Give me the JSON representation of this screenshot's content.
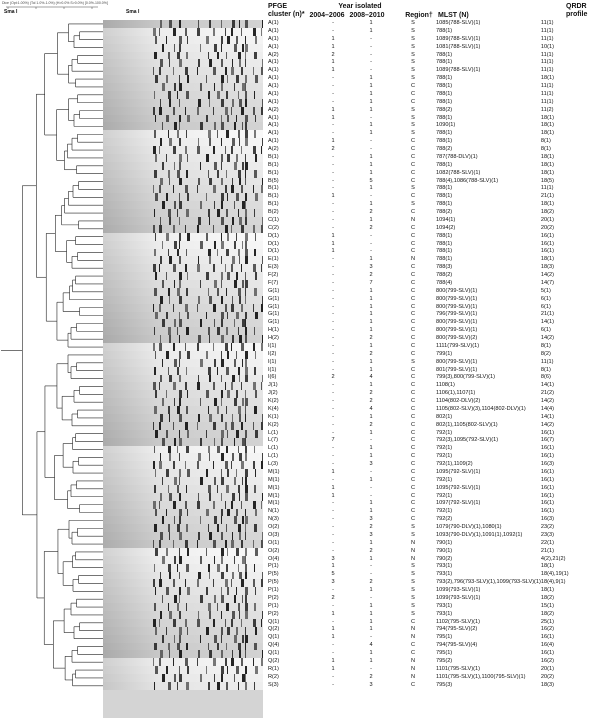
{
  "scale_note": "Dice (Opt:1.00%) (Tol 1.0%-1.0%) (H>0.0% S>0.0%) [0.0%-100.0%]",
  "enzyme_top": "Sma I",
  "enzyme_gel": "Sma I",
  "scale_ticks": [
    "70",
    "80",
    "90",
    "100"
  ],
  "headers": {
    "pfge": "PFGE\ncluster (n)*",
    "year_isolated": "Year isolated",
    "year1": "2004–2006",
    "year2": "2008–2010",
    "region": "Region†",
    "mlst": "MLST (N)",
    "qrdr": "QRDR\nprofile"
  },
  "rows": [
    [
      "A(1)",
      "-",
      "1",
      "S",
      "1085(788-SLV)(1)",
      "11(1)"
    ],
    [
      "A(1)",
      "-",
      "1",
      "S",
      "788(1)",
      "11(1)"
    ],
    [
      "A(1)",
      "1",
      "-",
      "S",
      "1089(788-SLV)(1)",
      "11(1)"
    ],
    [
      "A(1)",
      "1",
      "-",
      "S",
      "1081(788-SLV)(1)",
      "10(1)"
    ],
    [
      "A(2)",
      "2",
      "-",
      "S",
      "788(1)",
      "11(1)"
    ],
    [
      "A(1)",
      "1",
      "-",
      "S",
      "788(1)",
      "11(1)"
    ],
    [
      "A(1)",
      "1",
      "-",
      "S",
      "1089(788-SLV)(1)",
      "11(1)"
    ],
    [
      "A(1)",
      "-",
      "1",
      "S",
      "788(1)",
      "18(1)"
    ],
    [
      "A(1)",
      "-",
      "1",
      "C",
      "788(1)",
      "11(1)"
    ],
    [
      "A(1)",
      "-",
      "1",
      "C",
      "788(1)",
      "11(1)"
    ],
    [
      "A(1)",
      "-",
      "1",
      "C",
      "788(1)",
      "11(1)"
    ],
    [
      "A(2)",
      "1",
      "1",
      "S",
      "788(2)",
      "11(2)"
    ],
    [
      "A(1)",
      "1",
      "-",
      "S",
      "788(1)",
      "18(1)"
    ],
    [
      "A(1)",
      "-",
      "1",
      "S",
      "1090(1)",
      "18(1)"
    ],
    [
      "A(1)",
      "-",
      "1",
      "S",
      "788(1)",
      "18(1)"
    ],
    [
      "A(1)",
      "1",
      "-",
      "C",
      "788(1)",
      "8(1)"
    ],
    [
      "A(2)",
      "2",
      "-",
      "C",
      "788(2)",
      "8(1)"
    ],
    [
      "B(1)",
      "-",
      "1",
      "C",
      "787(788-DLV)(1)",
      "18(1)"
    ],
    [
      "B(1)",
      "-",
      "1",
      "C",
      "788(1)",
      "18(1)"
    ],
    [
      "B(1)",
      "-",
      "1",
      "C",
      "1082(788-SLV)(1)",
      "18(1)"
    ],
    [
      "B(5)",
      "-",
      "5",
      "C",
      "788(4),1086(788-SLV)(1)",
      "18(5)"
    ],
    [
      "B(1)",
      "-",
      "1",
      "S",
      "788(1)",
      "11(1)"
    ],
    [
      "B(1)",
      "1",
      "-",
      "C",
      "788(1)",
      "21(1)"
    ],
    [
      "B(1)",
      "-",
      "1",
      "S",
      "788(1)",
      "18(1)"
    ],
    [
      "B(2)",
      "-",
      "2",
      "C",
      "788(2)",
      "18(2)"
    ],
    [
      "C(1)",
      "-",
      "1",
      "N",
      "1094(1)",
      "20(1)"
    ],
    [
      "C(2)",
      "-",
      "2",
      "C",
      "1094(2)",
      "20(2)"
    ],
    [
      "D(1)",
      "1",
      "-",
      "C",
      "788(1)",
      "16(1)"
    ],
    [
      "D(1)",
      "1",
      "-",
      "C",
      "788(1)",
      "16(1)"
    ],
    [
      "D(1)",
      "1",
      "-",
      "C",
      "788(1)",
      "16(1)"
    ],
    [
      "E(1)",
      "-",
      "1",
      "N",
      "788(1)",
      "18(1)"
    ],
    [
      "E(3)",
      "-",
      "3",
      "C",
      "788(3)",
      "18(3)"
    ],
    [
      "F(2)",
      "-",
      "2",
      "C",
      "788(2)",
      "14(2)"
    ],
    [
      "F(7)",
      "-",
      "7",
      "C",
      "788(4)",
      "14(7)"
    ],
    [
      "G(1)",
      "-",
      "1",
      "C",
      "800(799-SLV)(1)",
      "5(1)"
    ],
    [
      "G(1)",
      "-",
      "1",
      "C",
      "800(799-SLV)(1)",
      "6(1)"
    ],
    [
      "G(1)",
      "-",
      "1",
      "C",
      "800(799-SLV)(1)",
      "6(1)"
    ],
    [
      "G(1)",
      "-",
      "1",
      "C",
      "796(799-SLV)(1)",
      "21(1)"
    ],
    [
      "G(1)",
      "-",
      "1",
      "C",
      "800(799-SLV)(1)",
      "14(1)"
    ],
    [
      "H(1)",
      "-",
      "1",
      "C",
      "800(799-SLV)(1)",
      "6(1)"
    ],
    [
      "H(2)",
      "-",
      "2",
      "C",
      "800(799-SLV)(2)",
      "14(2)"
    ],
    [
      "I(1)",
      "-",
      "1",
      "C",
      "1111(799-SLV)(1)",
      "8(1)"
    ],
    [
      "I(2)",
      "-",
      "2",
      "C",
      "799(1)",
      "8(2)"
    ],
    [
      "I(1)",
      "-",
      "1",
      "S",
      "800(799-SLV)(1)",
      "11(1)"
    ],
    [
      "I(1)",
      "-",
      "1",
      "C",
      "801(799-SLV)(1)",
      "8(1)"
    ],
    [
      "I(6)",
      "2",
      "4",
      "C",
      "799(3),800(799-SLV)(1)",
      "8(6)"
    ],
    [
      "J(1)",
      "-",
      "1",
      "C",
      "1108(1)",
      "14(1)"
    ],
    [
      "J(2)",
      "-",
      "2",
      "C",
      "1106(1),1107(1)",
      "21(2)"
    ],
    [
      "K(2)",
      "-",
      "2",
      "C",
      "1104(802-DLV)(2)",
      "14(2)"
    ],
    [
      "K(4)",
      "-",
      "4",
      "C",
      "1105(802-SLV)(3),1104(802-DLV)(1)",
      "14(4)"
    ],
    [
      "K(1)",
      "-",
      "1",
      "C",
      "802(1)",
      "14(1)"
    ],
    [
      "K(2)",
      "-",
      "2",
      "C",
      "802(1),1105(802-SLV)(1)",
      "14(2)"
    ],
    [
      "L(1)",
      "-",
      "1",
      "C",
      "792(1)",
      "16(1)"
    ],
    [
      "L(7)",
      "7",
      "-",
      "C",
      "792(3),1095(792-SLV)(1)",
      "16(7)"
    ],
    [
      "L(1)",
      "-",
      "1",
      "C",
      "792(1)",
      "16(1)"
    ],
    [
      "L(1)",
      "-",
      "1",
      "C",
      "792(1)",
      "16(1)"
    ],
    [
      "L(3)",
      "-",
      "3",
      "C",
      "792(1),1109(2)",
      "16(3)"
    ],
    [
      "M(1)",
      "1",
      "-",
      "C",
      "1095(792-SLV)(1)",
      "16(1)"
    ],
    [
      "M(1)",
      "-",
      "1",
      "C",
      "792(1)",
      "16(1)"
    ],
    [
      "M(1)",
      "1",
      "-",
      "C",
      "1095(792-SLV)(1)",
      "16(1)"
    ],
    [
      "M(1)",
      "1",
      "-",
      "C",
      "792(1)",
      "16(1)"
    ],
    [
      "M(1)",
      "-",
      "1",
      "C",
      "1097(792-SLV)(1)",
      "16(1)"
    ],
    [
      "N(1)",
      "-",
      "1",
      "C",
      "792(1)",
      "16(1)"
    ],
    [
      "N(3)",
      "-",
      "3",
      "C",
      "792(2)",
      "16(3)"
    ],
    [
      "O(2)",
      "-",
      "2",
      "S",
      "1079(790-DLV)(1),1080(1)",
      "23(2)"
    ],
    [
      "O(3)",
      "-",
      "3",
      "S",
      "1093(790-DLV)(1),1091(1),1092(1)",
      "23(3)"
    ],
    [
      "O(1)",
      "-",
      "1",
      "N",
      "790(1)",
      "22(1)"
    ],
    [
      "O(2)",
      "-",
      "2",
      "N",
      "790(1)",
      "21(1)"
    ],
    [
      "O(4)",
      "3",
      "1",
      "N",
      "790(2)",
      "4(2),21(2)"
    ],
    [
      "P(1)",
      "1",
      "-",
      "S",
      "793(1)",
      "18(1)"
    ],
    [
      "P(5)",
      "5",
      "-",
      "S",
      "793(1)",
      "18(4),19(1)"
    ],
    [
      "P(5)",
      "3",
      "2",
      "S",
      "793(2),796(793-SLV)(1),1099(793-SLV)(1)",
      "18(4),9(1)"
    ],
    [
      "P(1)",
      "-",
      "1",
      "S",
      "1099(793-SLV)(1)",
      "18(1)"
    ],
    [
      "P(2)",
      "2",
      "-",
      "S",
      "1099(793-SLV)(1)",
      "18(2)"
    ],
    [
      "P(1)",
      "-",
      "1",
      "S",
      "793(1)",
      "15(1)"
    ],
    [
      "P(2)",
      "1",
      "1",
      "S",
      "793(1)",
      "18(2)"
    ],
    [
      "Q(1)",
      "-",
      "1",
      "C",
      "1102(795-SLV)(1)",
      "25(1)"
    ],
    [
      "Q(2)",
      "1",
      "1",
      "N",
      "794(795-SLV)(2)",
      "16(2)"
    ],
    [
      "Q(1)",
      "1",
      "-",
      "N",
      "795(1)",
      "16(1)"
    ],
    [
      "Q(4)",
      "-",
      "4",
      "C",
      "794(795-SLV)(4)",
      "16(4)"
    ],
    [
      "Q(1)",
      "-",
      "1",
      "C",
      "795(1)",
      "16(1)"
    ],
    [
      "Q(2)",
      "1",
      "1",
      "N",
      "795(2)",
      "16(2)"
    ],
    [
      "R(1)",
      "1",
      "-",
      "N",
      "1101(795-SLV)(1)",
      "20(1)"
    ],
    [
      "R(2)",
      "-",
      "2",
      "N",
      "1101(795-SLV)(1),1100(795-SLV)(1)",
      "20(2)"
    ],
    [
      "S(3)",
      "-",
      "3",
      "C",
      "795(3)",
      "18(3)"
    ]
  ]
}
